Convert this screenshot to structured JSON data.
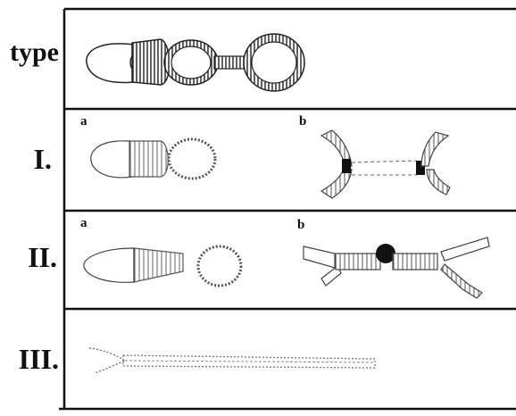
{
  "rows": [
    {
      "label": "type"
    },
    {
      "label": "I.",
      "panels": [
        "a",
        "b"
      ]
    },
    {
      "label": "II.",
      "panels": [
        "a",
        "b"
      ]
    },
    {
      "label": "III."
    }
  ]
}
